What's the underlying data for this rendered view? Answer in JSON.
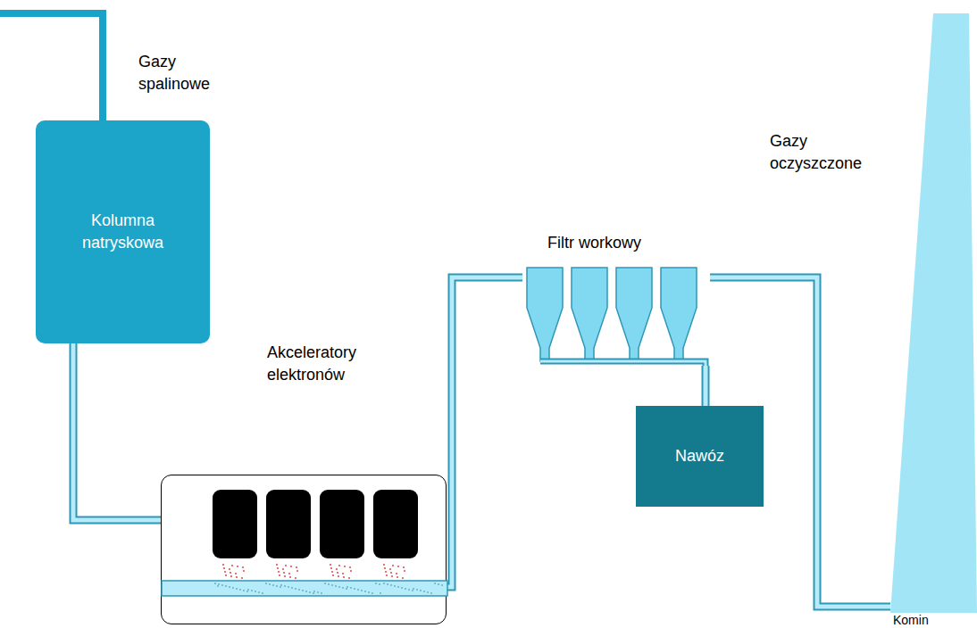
{
  "diagram": {
    "nodes": [
      {
        "text": [
          "Kolumna natryskowa"
        ]
      },
      {
        "text": [
          "Akceleratory elektronów"
        ]
      },
      {
        "text": [
          "Filtr workowy"
        ]
      },
      {
        "text": [
          "Nawóz"
        ]
      },
      {
        "text": [
          "Komin"
        ]
      }
    ],
    "edges": [
      {
        "from": 0,
        "to": 1,
        "arrow": "none"
      },
      {
        "from": 1,
        "to": 2,
        "arrow": "none"
      },
      {
        "from": 2,
        "to": 3,
        "arrow": "none"
      },
      {
        "from": 2,
        "to": 4,
        "arrow": "none"
      }
    ],
    "labels": [
      "Gazy spalinowe",
      "Gazy oczyszczone"
    ]
  }
}
